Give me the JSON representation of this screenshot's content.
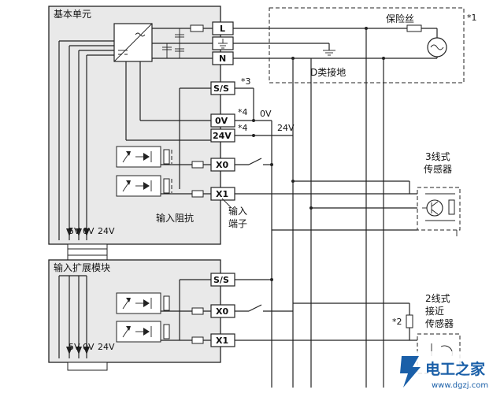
{
  "basic_unit": {
    "title": "基本单元",
    "power_terminals": [
      "L",
      "N"
    ],
    "ss_terminal": "S/S",
    "zero_v_terminal": "0V",
    "v24_terminal": "24V",
    "inputs": [
      "X0",
      "X1"
    ],
    "input_impedance": "输入阻抗",
    "input_terminal": [
      "输入",
      "端子"
    ],
    "bottom_labels": [
      "5V",
      "0V",
      "24V"
    ]
  },
  "extension": {
    "title": "输入扩展模块",
    "ss_terminal": "S/S",
    "inputs": [
      "X0",
      "X1"
    ],
    "bottom_labels": [
      "5V",
      "0V",
      "24V"
    ]
  },
  "power": {
    "fuse": "保险丝",
    "ground_class": "D类接地",
    "note1": "*1"
  },
  "notes": {
    "n2": "*2",
    "n3": "*3",
    "n4a": "*4",
    "n4b": "*4"
  },
  "rails": {
    "zero_v": "0V",
    "v24": "24V"
  },
  "sensor3": [
    "3线式",
    "传感器"
  ],
  "sensor2": [
    "2线式",
    "接近",
    "传感器"
  ],
  "watermark": {
    "name": "电工之家",
    "url": "www.dgzj.com"
  },
  "colors": {
    "line": "#222222",
    "panel": "#e9e9e9",
    "watermark_blue": "#1a5fa8"
  }
}
